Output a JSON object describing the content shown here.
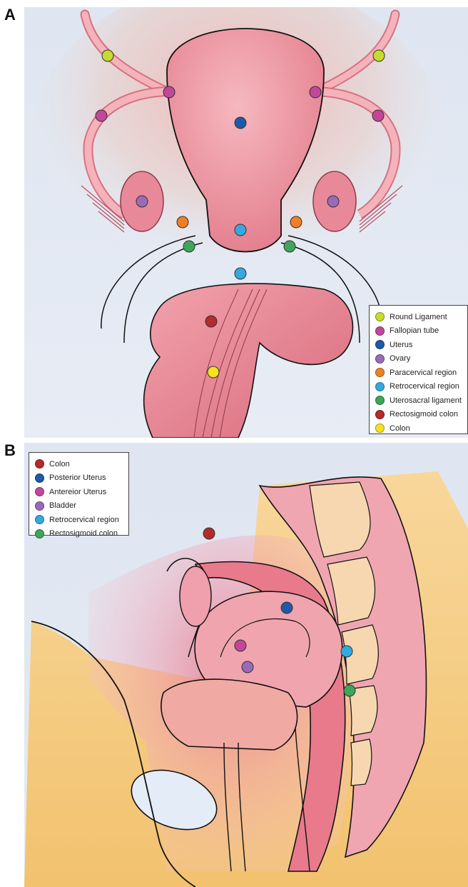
{
  "panels": {
    "a": {
      "letter": "A"
    },
    "b": {
      "letter": "B"
    }
  },
  "legend_a": [
    {
      "label": "Round Ligament",
      "color": "#c5dc2e"
    },
    {
      "label": "Fallopian tube",
      "color": "#c2479a"
    },
    {
      "label": "Uterus",
      "color": "#1f5aa8"
    },
    {
      "label": "Ovary",
      "color": "#9a6ab8"
    },
    {
      "label": "Paracervical region",
      "color": "#f07f24"
    },
    {
      "label": "Retrocervical region",
      "color": "#34a9e0"
    },
    {
      "label": "Uterosacral ligament",
      "color": "#3fa55a"
    },
    {
      "label": "Rectosigmoid colon",
      "color": "#b52a2a"
    },
    {
      "label": "Colon",
      "color": "#f7e21c"
    }
  ],
  "legend_b": [
    {
      "label": "Colon",
      "color": "#b52a2a"
    },
    {
      "label": "Posterior Uterus",
      "color": "#1f5aa8"
    },
    {
      "label": "Antereior Uterus",
      "color": "#c2479a"
    },
    {
      "label": "Bladder",
      "color": "#9a6ab8"
    },
    {
      "label": "Retrocervical region",
      "color": "#34a9e0"
    },
    {
      "label": "Rectosigmoid colon",
      "color": "#3fa55a"
    }
  ]
}
